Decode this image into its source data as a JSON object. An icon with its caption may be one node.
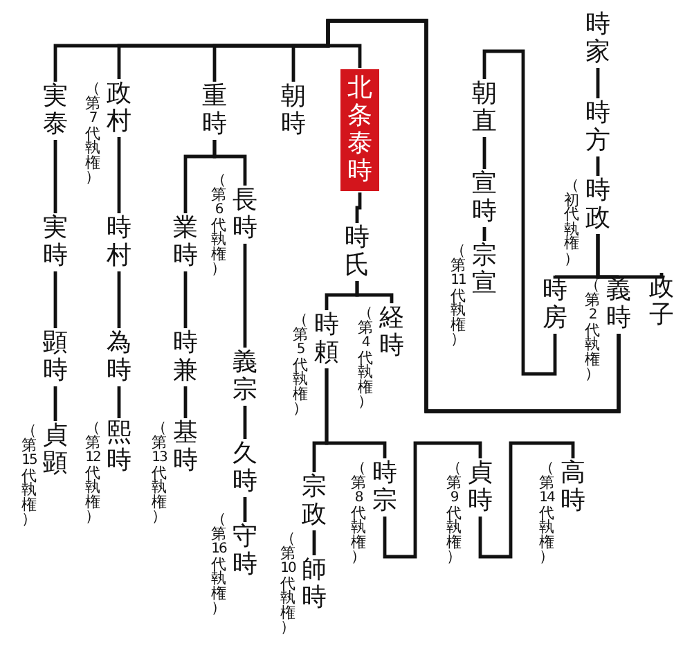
{
  "diagram": {
    "nodes": [
      {
        "text": [
          "時家"
        ]
      },
      {
        "text": [
          "時方"
        ]
      },
      {
        "text": [
          "時政"
        ],
        "beside": [
          "（初代執権）"
        ]
      },
      {
        "text": [
          "時房"
        ]
      },
      {
        "text": [
          "義時"
        ],
        "beside": [
          "（第2代執権）"
        ]
      },
      {
        "text": [
          "政子"
        ]
      },
      {
        "text": [
          "朝直"
        ]
      },
      {
        "text": [
          "宣時"
        ]
      },
      {
        "text": [
          "宗宣"
        ],
        "beside": [
          "（第11代執権）"
        ]
      },
      {
        "text": [
          "実泰"
        ]
      },
      {
        "text": [
          "政村"
        ],
        "beside": [
          "（第7代執権）"
        ]
      },
      {
        "text": [
          "重時"
        ]
      },
      {
        "text": [
          "朝時"
        ]
      },
      {
        "text": [
          "北条泰時"
        ]
      },
      {
        "text": [
          "実時"
        ]
      },
      {
        "text": [
          "顕時"
        ]
      },
      {
        "text": [
          "貞顕"
        ],
        "beside": [
          "（第15代執権）"
        ]
      },
      {
        "text": [
          "時村"
        ]
      },
      {
        "text": [
          "為時"
        ]
      },
      {
        "text": [
          "熙時"
        ],
        "beside": [
          "（第12代執権）"
        ]
      },
      {
        "text": [
          "業時"
        ]
      },
      {
        "text": [
          "長時"
        ],
        "beside": [
          "（第6代執権）"
        ]
      },
      {
        "text": [
          "時兼"
        ]
      },
      {
        "text": [
          "基時"
        ],
        "beside": [
          "（第13代執権）"
        ]
      },
      {
        "text": [
          "義宗"
        ]
      },
      {
        "text": [
          "久時"
        ]
      },
      {
        "text": [
          "守時"
        ],
        "beside": [
          "（第16代執権）"
        ]
      },
      {
        "text": [
          "時氏"
        ]
      },
      {
        "text": [
          "時頼"
        ],
        "beside": [
          "（第5代執権）"
        ]
      },
      {
        "text": [
          "経時"
        ],
        "beside": [
          "（第4代執権）"
        ]
      },
      {
        "text": [
          "宗政"
        ]
      },
      {
        "text": [
          "時宗"
        ],
        "beside": [
          "（第8代執権）"
        ]
      },
      {
        "text": [
          "師時"
        ],
        "beside": [
          "（第10代執権）"
        ]
      },
      {
        "text": [
          "貞時"
        ],
        "beside": [
          "（第9代執権）"
        ]
      },
      {
        "text": [
          "高時"
        ],
        "beside": [
          "（第14代執権）"
        ]
      }
    ],
    "edges": [
      {
        "from": 0,
        "to": 1,
        "arrow": "none"
      },
      {
        "from": 1,
        "to": 2,
        "arrow": "none"
      },
      {
        "from": 2,
        "to": 3,
        "arrow": "none"
      },
      {
        "from": 2,
        "to": 4,
        "arrow": "none"
      },
      {
        "from": 2,
        "to": 5,
        "arrow": "none"
      },
      {
        "from": 3,
        "to": 6,
        "arrow": "none"
      },
      {
        "from": 6,
        "to": 7,
        "arrow": "none"
      },
      {
        "from": 7,
        "to": 8,
        "arrow": "none"
      },
      {
        "from": 4,
        "to": 9,
        "arrow": "none"
      },
      {
        "from": 4,
        "to": 10,
        "arrow": "none"
      },
      {
        "from": 4,
        "to": 11,
        "arrow": "none"
      },
      {
        "from": 4,
        "to": 12,
        "arrow": "none"
      },
      {
        "from": 4,
        "to": 13,
        "arrow": "none"
      },
      {
        "from": 9,
        "to": 14,
        "arrow": "none"
      },
      {
        "from": 14,
        "to": 15,
        "arrow": "none"
      },
      {
        "from": 15,
        "to": 16,
        "arrow": "none"
      },
      {
        "from": 10,
        "to": 17,
        "arrow": "none"
      },
      {
        "from": 17,
        "to": 18,
        "arrow": "none"
      },
      {
        "from": 18,
        "to": 19,
        "arrow": "none"
      },
      {
        "from": 11,
        "to": 20,
        "arrow": "none"
      },
      {
        "from": 11,
        "to": 21,
        "arrow": "none"
      },
      {
        "from": 20,
        "to": 22,
        "arrow": "none"
      },
      {
        "from": 22,
        "to": 23,
        "arrow": "none"
      },
      {
        "from": 21,
        "to": 24,
        "arrow": "none"
      },
      {
        "from": 24,
        "to": 25,
        "arrow": "none"
      },
      {
        "from": 25,
        "to": 26,
        "arrow": "none"
      },
      {
        "from": 13,
        "to": 27,
        "arrow": "none"
      },
      {
        "from": 27,
        "to": 28,
        "arrow": "none"
      },
      {
        "from": 27,
        "to": 29,
        "arrow": "none"
      },
      {
        "from": 28,
        "to": 30,
        "arrow": "none"
      },
      {
        "from": 28,
        "to": 31,
        "arrow": "none"
      },
      {
        "from": 30,
        "to": 32,
        "arrow": "none"
      },
      {
        "from": 31,
        "to": 33,
        "arrow": "none"
      },
      {
        "from": 33,
        "to": 34,
        "arrow": "none"
      }
    ]
  }
}
